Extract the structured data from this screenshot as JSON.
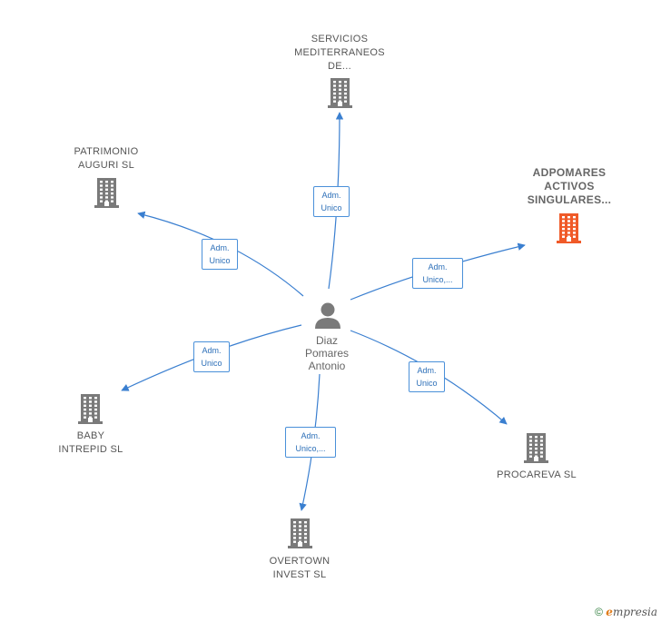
{
  "colors": {
    "edge": "#3a7fd0",
    "building": "#7a7a7a",
    "building_highlight": "#f05a28",
    "person": "#7a7a7a"
  },
  "center": {
    "icon": "person-icon",
    "label": "Diaz\nPomares\nAntonio"
  },
  "nodes": [
    {
      "id": "servicios",
      "label": "SERVICIOS\nMEDITERRANEOS\nDE...",
      "icon": "building-icon",
      "highlight": false
    },
    {
      "id": "patrimonio",
      "label": "PATRIMONIO\nAUGURI  SL",
      "icon": "building-icon",
      "highlight": false
    },
    {
      "id": "adpomares",
      "label": "ADPOMARES\nACTIVOS\nSINGULARES...",
      "icon": "building-icon",
      "highlight": true
    },
    {
      "id": "baby",
      "label": "BABY\nINTREPID SL",
      "icon": "building-icon",
      "highlight": false
    },
    {
      "id": "procareva",
      "label": "PROCAREVA SL",
      "icon": "building-icon",
      "highlight": false
    },
    {
      "id": "overtown",
      "label": "OVERTOWN\nINVEST  SL",
      "icon": "building-icon",
      "highlight": false
    }
  ],
  "edges": [
    {
      "to": "servicios",
      "label": "Adm.\nUnico"
    },
    {
      "to": "patrimonio",
      "label": "Adm.\nUnico"
    },
    {
      "to": "adpomares",
      "label": "Adm.\nUnico,..."
    },
    {
      "to": "baby",
      "label": "Adm.\nUnico"
    },
    {
      "to": "procareva",
      "label": "Adm.\nUnico"
    },
    {
      "to": "overtown",
      "label": "Adm.\nUnico,..."
    }
  ],
  "footer": {
    "copyright": "©",
    "brand_initial": "e",
    "brand_rest": "mpresia"
  }
}
